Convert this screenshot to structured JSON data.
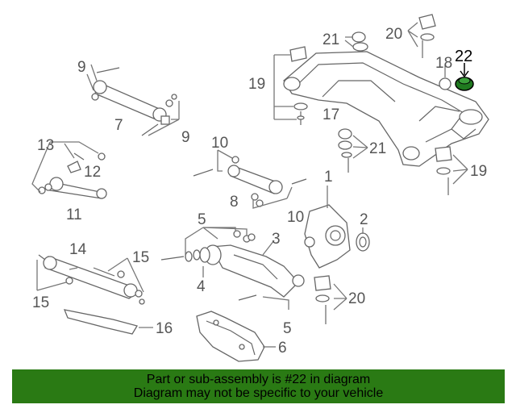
{
  "labels": {
    "p1": "1",
    "p2": "2",
    "p3": "3",
    "p4": "4",
    "p5a": "5",
    "p5b": "5",
    "p6": "6",
    "p7": "7",
    "p8": "8",
    "p9a": "9",
    "p9b": "9",
    "p10a": "10",
    "p10b": "10",
    "p11": "11",
    "p12": "12",
    "p13": "13",
    "p14": "14",
    "p15a": "15",
    "p15b": "15",
    "p16": "16",
    "p17": "17",
    "p18": "18",
    "p19a": "19",
    "p19b": "19",
    "p20a": "20",
    "p20b": "20",
    "p21a": "21",
    "p21b": "21",
    "p22": "22"
  },
  "banner": {
    "line1": "Part or sub-assembly is #22 in diagram",
    "line2": "Diagram may not be specific to your vehicle"
  },
  "colors": {
    "banner_bg": "#2a7a14",
    "highlight_part": "#1f7a1f"
  }
}
